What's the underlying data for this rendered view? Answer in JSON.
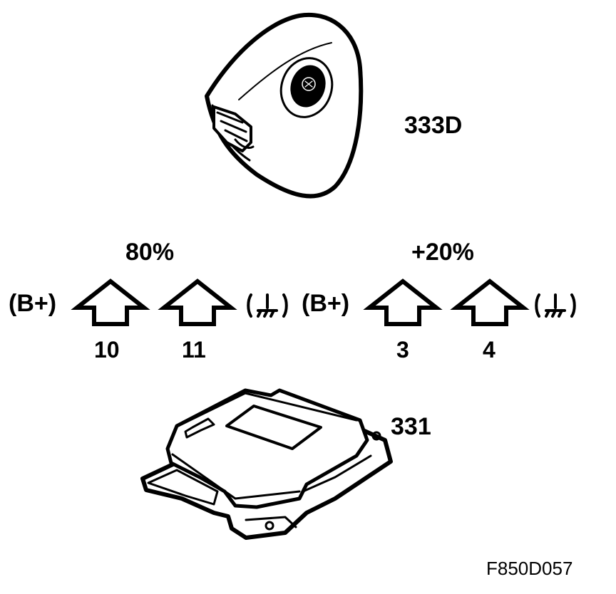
{
  "parts": {
    "airbag_module_label": "333D",
    "control_unit_label": "331"
  },
  "groups": [
    {
      "percent": "80%",
      "supply_label": "(B+)",
      "ground_symbol": "ground-icon",
      "pins": [
        "10",
        "11"
      ]
    },
    {
      "percent": "+20%",
      "supply_label": "(B+)",
      "ground_symbol": "ground-icon",
      "pins": [
        "3",
        "4"
      ]
    }
  ],
  "figure_code": "F850D057",
  "colors": {
    "ink": "#000000",
    "paper": "#ffffff"
  }
}
